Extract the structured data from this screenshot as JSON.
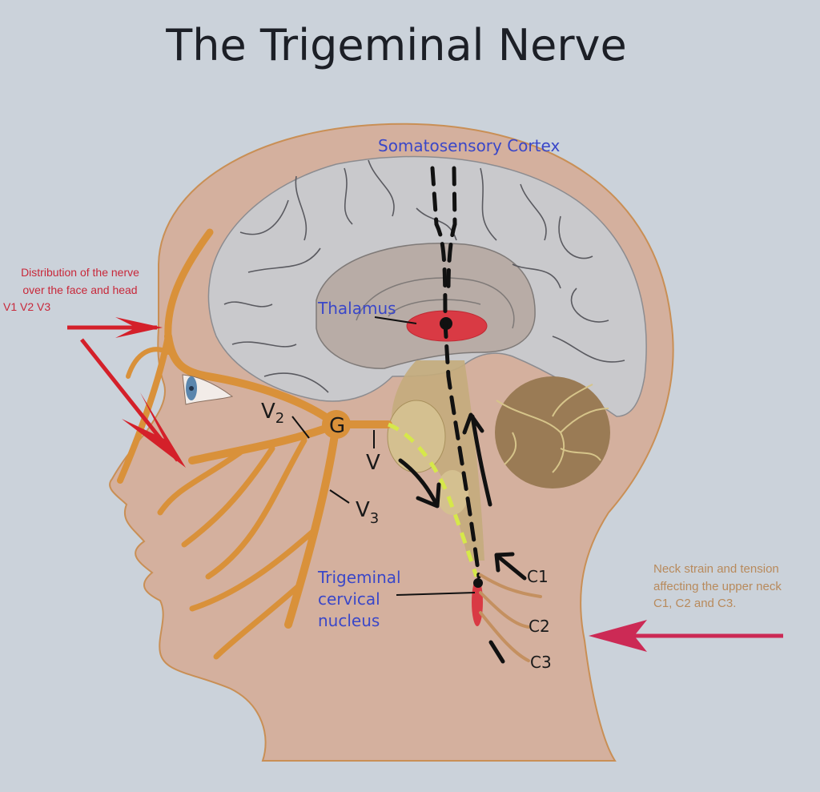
{
  "title": "The Trigeminal Nerve",
  "colors": {
    "background": "#cbd2da",
    "skin": "#d4b09e",
    "skin_outline": "#c98f55",
    "nerve": "#d9913a",
    "brain": "#c9c9cc",
    "brain_inner": "#b8aca6",
    "thalamus": "#d93a44",
    "cerebellum": "#9a7b55",
    "brainstem": "#c4ac7c",
    "label_blue": "#3a47c8",
    "arrow_red": "#d4202a",
    "arrow_crimson": "#cc2a55",
    "pathway_yellow": "#d6e84a"
  },
  "labels": {
    "somatosensory_cortex": "Somatosensory Cortex",
    "thalamus": "Thalamus",
    "trigeminal_cervical_nucleus": [
      "Trigeminal",
      "cervical",
      "nucleus"
    ],
    "ganglion": "G",
    "v": "V",
    "v2_main": "V",
    "v2_sub": "2",
    "v3_main": "V",
    "v3_sub": "3",
    "c1": "C1",
    "c2": "C2",
    "c3": "C3"
  },
  "annotations": {
    "face_distribution": [
      "Distribution of the nerve",
      "over the face and head",
      "V1 V2 V3"
    ],
    "neck_strain": [
      "Neck strain and tension",
      "affecting the upper neck",
      "C1, C2 and C3."
    ]
  }
}
